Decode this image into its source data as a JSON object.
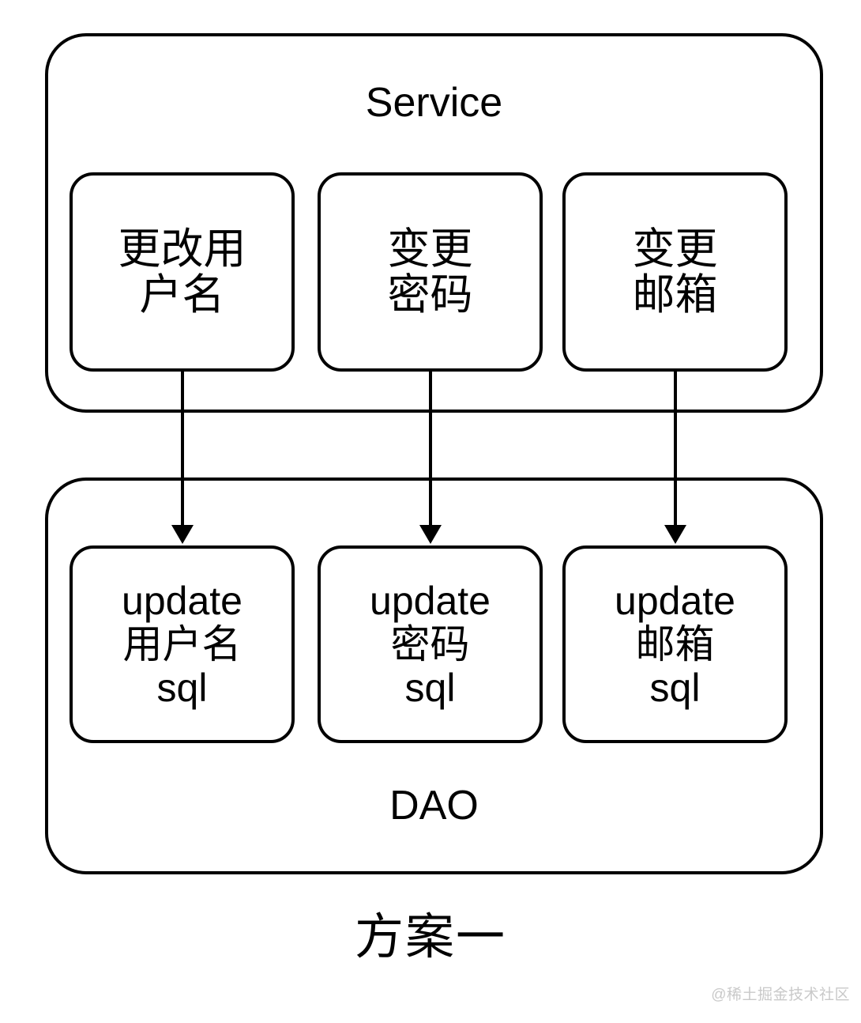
{
  "diagram": {
    "caption": "方案一",
    "watermark": "@稀土掘金技术社区",
    "stroke_color": "#000000",
    "background_color": "#ffffff",
    "watermark_color": "#c9c9c9"
  },
  "service_layer": {
    "title": "Service",
    "boxes": [
      {
        "id": "change-username",
        "lines": [
          "更改用",
          "户名"
        ]
      },
      {
        "id": "change-password",
        "lines": [
          "变更",
          "密码"
        ]
      },
      {
        "id": "change-email",
        "lines": [
          "变更",
          "邮箱"
        ]
      }
    ]
  },
  "dao_layer": {
    "title": "DAO",
    "boxes": [
      {
        "id": "update-username-sql",
        "lines": [
          "update",
          "用户名",
          "sql"
        ]
      },
      {
        "id": "update-password-sql",
        "lines": [
          "update",
          "密码",
          "sql"
        ]
      },
      {
        "id": "update-email-sql",
        "lines": [
          "update",
          "邮箱",
          "sql"
        ]
      }
    ]
  },
  "arrows": [
    {
      "id": "arrow-username",
      "from": "change-username",
      "to": "update-username-sql"
    },
    {
      "id": "arrow-password",
      "from": "change-password",
      "to": "update-password-sql"
    },
    {
      "id": "arrow-email",
      "from": "change-email",
      "to": "update-email-sql"
    }
  ]
}
